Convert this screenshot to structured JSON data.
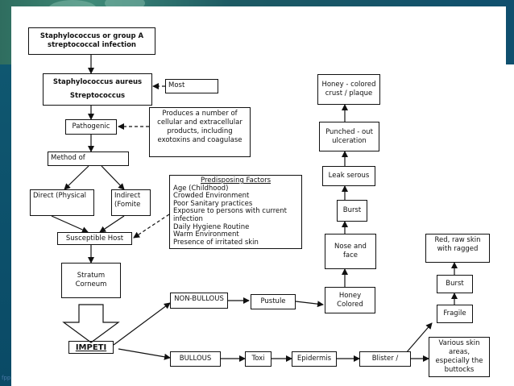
{
  "boxes": {
    "infection": "Staphylococcus or group A streptococcal infection",
    "staph": "Staphylococcus aureus",
    "strep": "Streptococcus",
    "most": "Most",
    "pathogenic": "Pathogenic",
    "products": "Produces a number of cellular and extracellular products, including exotoxins and coagulase",
    "method": "Method of",
    "direct": "Direct (Physical",
    "indirect": "Indirect (Fomite",
    "susceptible": "Susceptible Host",
    "stratum": "Stratum Corneum",
    "impeti": "IMPETI",
    "nonbullous": "NON-BULLOUS",
    "pustule": "Pustule",
    "honey_colored": "Honey Colored",
    "nose": "Nose and face",
    "burst1": "Burst",
    "leak": "Leak serous",
    "punched": "Punched - out ulceration",
    "honey_crust": "Honey - colored crust / plaque",
    "bullous": "BULLOUS",
    "toxi": "Toxi",
    "epidermis": "Epidermis",
    "blister": "Blister /",
    "fragile": "Fragile",
    "burst2": "Burst",
    "raw_skin": "Red, raw skin with ragged",
    "various": "Various skin areas, especially the buttocks"
  },
  "predisposing": {
    "title": "Predisposing Factors",
    "items": [
      "Age (Childhood)",
      "Crowded Environment",
      "Poor Sanitary practices",
      "Exposure to persons with current infection",
      "Daily Hygiene Routine",
      "Warm Environment",
      "Presence of irritated skin"
    ]
  },
  "footer": "fpp"
}
